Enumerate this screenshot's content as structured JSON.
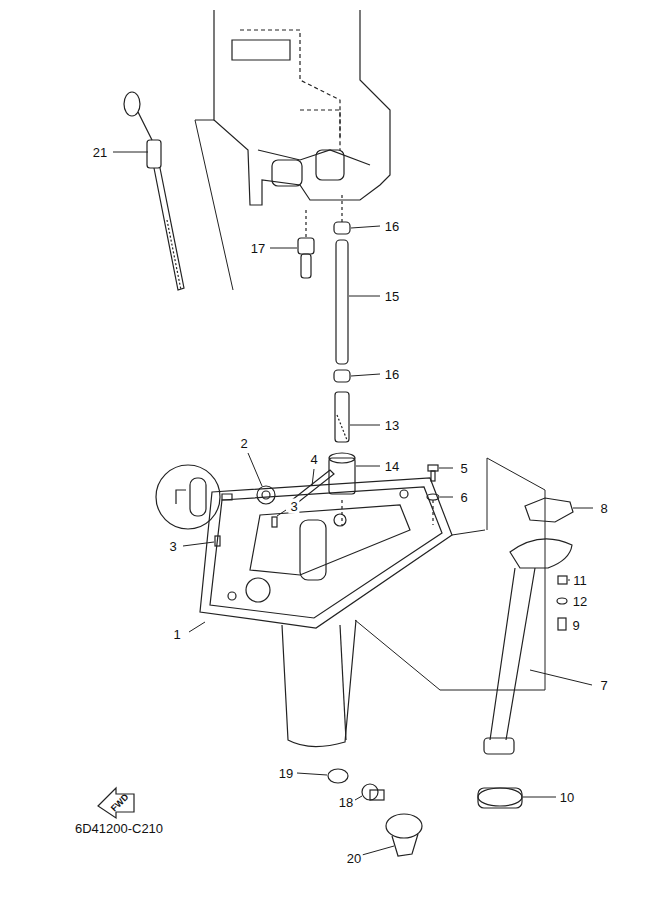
{
  "diagram": {
    "labels": [
      "21",
      "17",
      "16",
      "15",
      "16",
      "13",
      "2",
      "4",
      "14",
      "5",
      "6",
      "8",
      "3",
      "3",
      "1",
      "11",
      "12",
      "9",
      "7",
      "19",
      "18",
      "20",
      "10",
      "FWD",
      "6D41200-C210"
    ]
  }
}
